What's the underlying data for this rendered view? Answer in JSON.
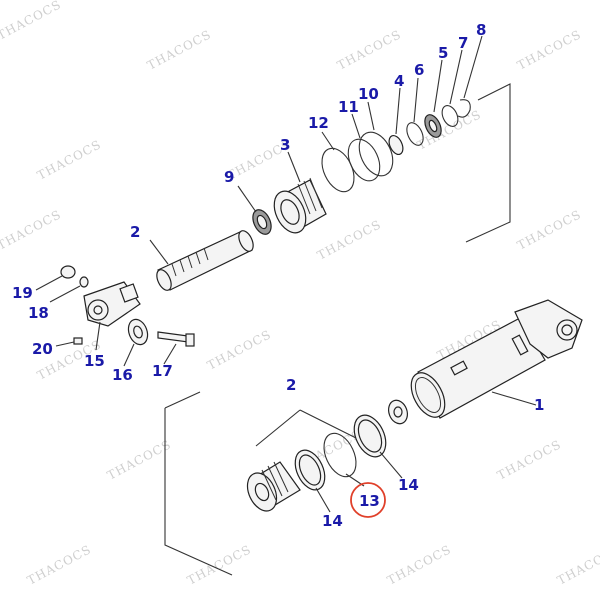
{
  "watermark": "THACOCS",
  "highlight_color": "#e0402a",
  "label_color": "#1a1aa8",
  "callouts": [
    {
      "id": "c1",
      "text": "1"
    },
    {
      "id": "c2a",
      "text": "2"
    },
    {
      "id": "c2b",
      "text": "2"
    },
    {
      "id": "c3",
      "text": "3"
    },
    {
      "id": "c4",
      "text": "4"
    },
    {
      "id": "c5",
      "text": "5"
    },
    {
      "id": "c6",
      "text": "6"
    },
    {
      "id": "c7",
      "text": "7"
    },
    {
      "id": "c8",
      "text": "8"
    },
    {
      "id": "c9",
      "text": "9"
    },
    {
      "id": "c10",
      "text": "10"
    },
    {
      "id": "c11",
      "text": "11"
    },
    {
      "id": "c12",
      "text": "12"
    },
    {
      "id": "c13",
      "text": "13",
      "highlighted": true
    },
    {
      "id": "c14a",
      "text": "14"
    },
    {
      "id": "c14b",
      "text": "14"
    },
    {
      "id": "c15",
      "text": "15"
    },
    {
      "id": "c16",
      "text": "16"
    },
    {
      "id": "c17",
      "text": "17"
    },
    {
      "id": "c18",
      "text": "18"
    },
    {
      "id": "c19",
      "text": "19"
    },
    {
      "id": "c20",
      "text": "20"
    }
  ]
}
